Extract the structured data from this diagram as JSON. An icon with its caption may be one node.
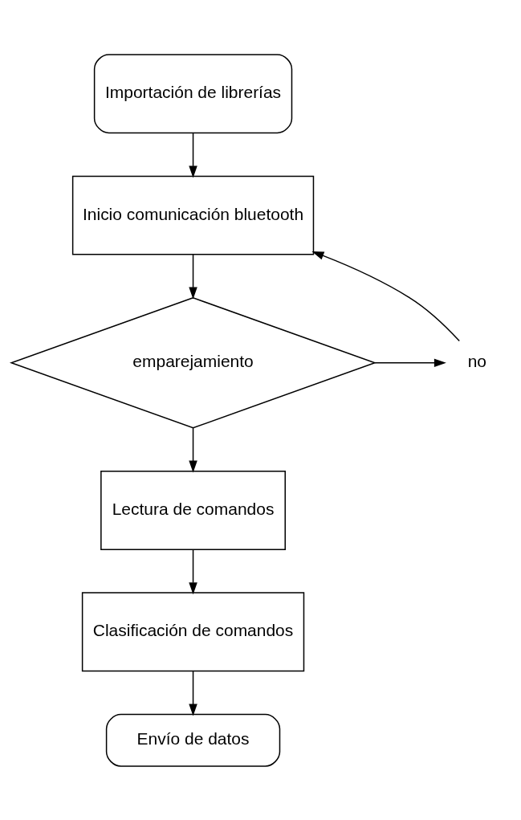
{
  "diagram": {
    "nodes": [
      {
        "text": [
          "Importación de librerías"
        ]
      },
      {
        "text": [
          "Inicio comunicación bluetooth"
        ]
      },
      {
        "text": [
          "emparejamiento"
        ]
      },
      {
        "text": [
          "no"
        ]
      },
      {
        "text": [
          "Lectura de comandos"
        ]
      },
      {
        "text": [
          "Clasificación de comandos"
        ]
      },
      {
        "text": [
          "Envío de datos"
        ]
      }
    ],
    "edges": [
      {
        "from": 0,
        "to": 1,
        "arrow": "to"
      },
      {
        "from": 1,
        "to": 2,
        "arrow": "to"
      },
      {
        "from": 2,
        "to": 3,
        "arrow": "to"
      },
      {
        "from": 3,
        "to": 1,
        "arrow": "to"
      },
      {
        "from": 2,
        "to": 4,
        "arrow": "to"
      },
      {
        "from": 4,
        "to": 5,
        "arrow": "to"
      },
      {
        "from": 5,
        "to": 6,
        "arrow": "to"
      }
    ]
  }
}
